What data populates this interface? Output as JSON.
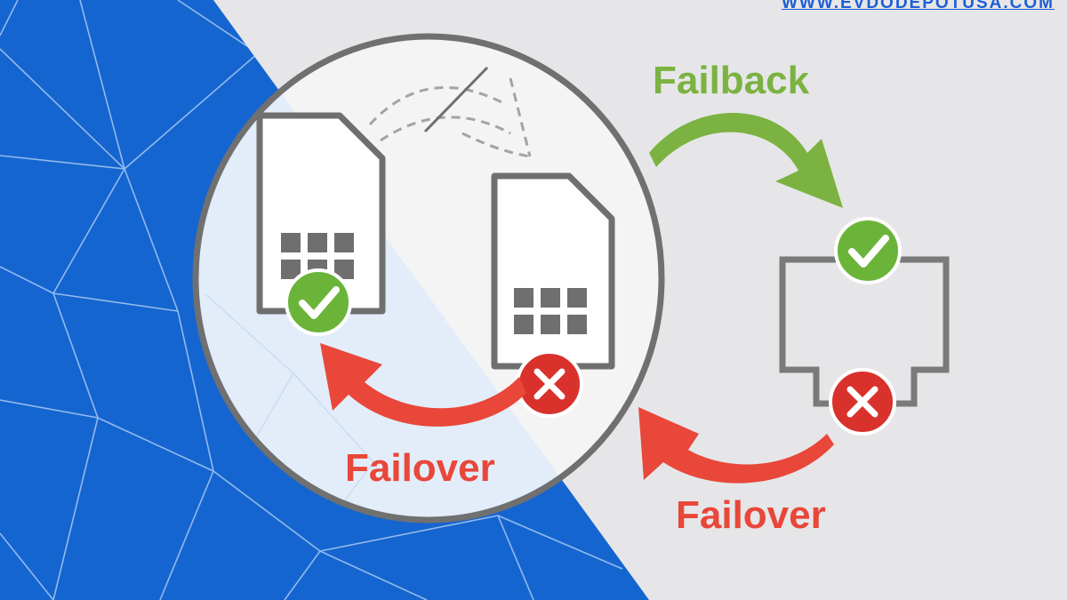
{
  "header": {
    "url": "WWW.EVDODEPOTUSA.COM"
  },
  "labels": {
    "failback": "Failback",
    "failover_sim": "Failover",
    "failover_ethernet": "Failover"
  },
  "icons": {
    "sim_card_primary": "sim-card-icon",
    "sim_card_secondary": "sim-card-icon",
    "ethernet_port": "ethernet-port-icon",
    "check": "check-icon",
    "cross": "x-icon"
  },
  "colors": {
    "background_grey": "#e6e6e8",
    "background_blue": "#1565d0",
    "failback_green": "#7bb241",
    "failover_red": "#e8473a",
    "check_green": "#6bb43a",
    "cross_red": "#d9312c",
    "outline_grey": "#7a7a7a"
  }
}
